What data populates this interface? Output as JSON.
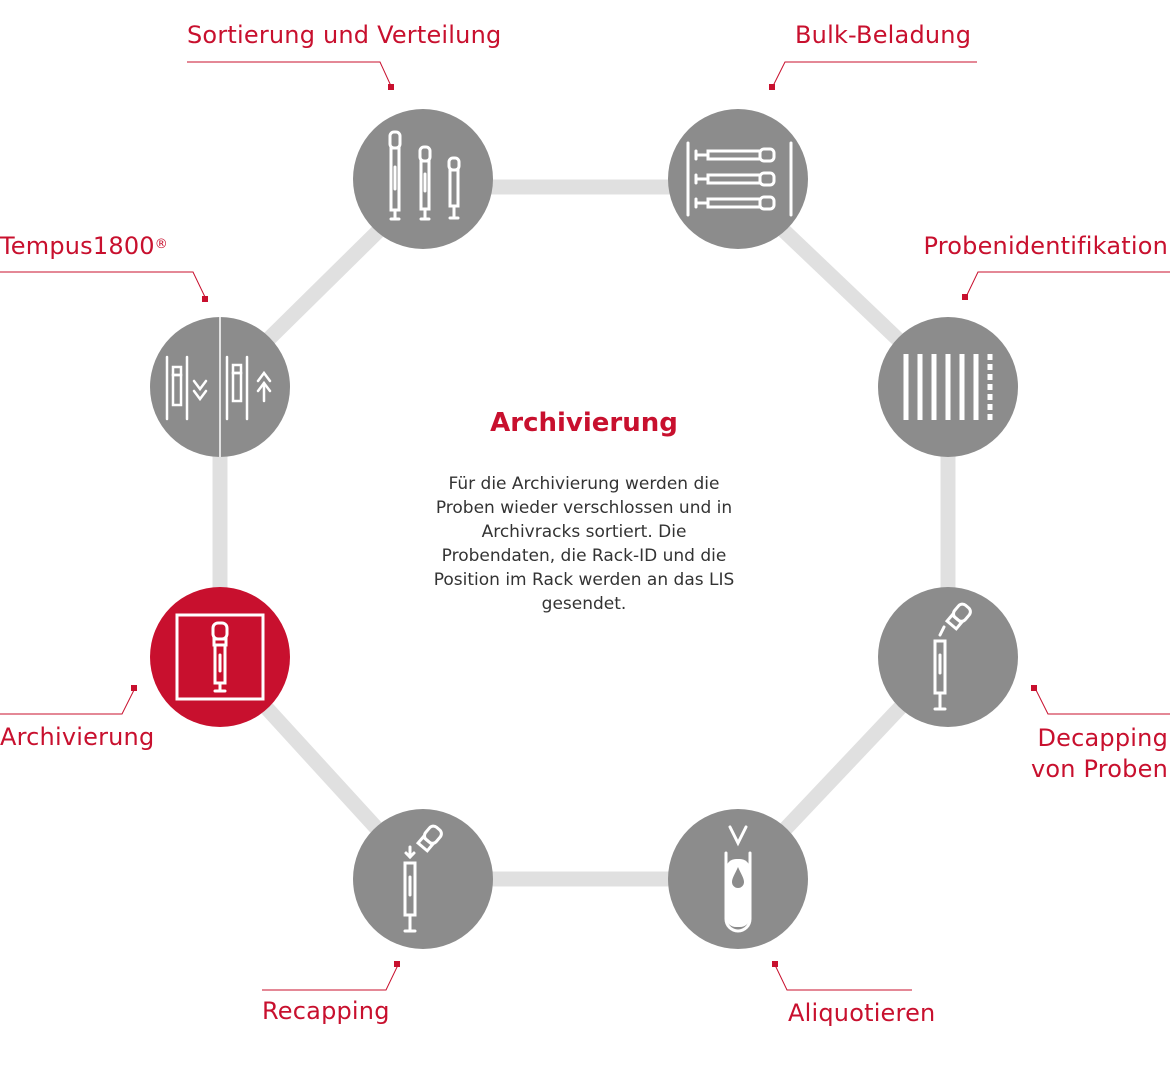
{
  "colors": {
    "accent": "#c8102e",
    "node": "#8c8c8c",
    "connector": "#e0e0e0",
    "text": "#333333"
  },
  "center": {
    "title": "Archivierung",
    "description": "Für die Archivierung werden die Proben wieder verschlossen und in Archivracks sortiert. Die Probendaten, die Rack-ID und die Position im Rack werden an das LIS gesendet."
  },
  "steps": [
    {
      "label": "Sortierung und Verteilung",
      "icon": "three-tubes-icon",
      "active": false
    },
    {
      "label": "Bulk-Beladung",
      "icon": "tube-rack-icon",
      "active": false
    },
    {
      "label": "Probenidentifikation",
      "icon": "barcode-icon",
      "active": false
    },
    {
      "label": "Decapping von Proben",
      "label_lines": [
        "Decapping",
        "von Proben"
      ],
      "icon": "decap-tube-icon",
      "active": false
    },
    {
      "label": "Aliquotieren",
      "icon": "aliquot-tube-icon",
      "active": false
    },
    {
      "label": "Recapping",
      "icon": "recap-tube-icon",
      "active": false
    },
    {
      "label": "Archivierung",
      "icon": "archive-tube-icon",
      "active": true
    },
    {
      "label": "Tempus1800",
      "label_sup": "®",
      "icon": "pneumatic-transfer-icon",
      "active": false
    }
  ]
}
